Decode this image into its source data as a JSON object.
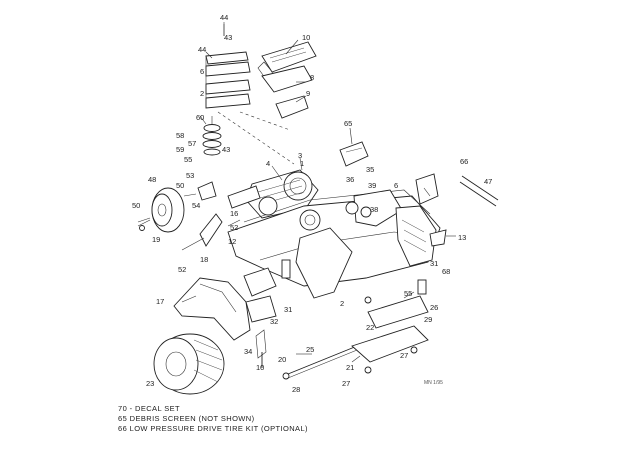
{
  "callouts": [
    {
      "id": "44a",
      "text": "44"
    },
    {
      "id": "10",
      "text": "10"
    },
    {
      "id": "44b",
      "text": "44"
    },
    {
      "id": "43a",
      "text": "43"
    },
    {
      "id": "6a",
      "text": "6"
    },
    {
      "id": "2a",
      "text": "2"
    },
    {
      "id": "8",
      "text": "8"
    },
    {
      "id": "9",
      "text": "9"
    },
    {
      "id": "60",
      "text": "60"
    },
    {
      "id": "58",
      "text": "58"
    },
    {
      "id": "57",
      "text": "57"
    },
    {
      "id": "59",
      "text": "59"
    },
    {
      "id": "55a",
      "text": "55"
    },
    {
      "id": "43b",
      "text": "43"
    },
    {
      "id": "65",
      "text": "65"
    },
    {
      "id": "4",
      "text": "4"
    },
    {
      "id": "3",
      "text": "3"
    },
    {
      "id": "1",
      "text": "1"
    },
    {
      "id": "48",
      "text": "48"
    },
    {
      "id": "53",
      "text": "53"
    },
    {
      "id": "50a",
      "text": "50"
    },
    {
      "id": "50b",
      "text": "50"
    },
    {
      "id": "54",
      "text": "54"
    },
    {
      "id": "19a",
      "text": "19"
    },
    {
      "id": "16",
      "text": "16"
    },
    {
      "id": "52a",
      "text": "52"
    },
    {
      "id": "12",
      "text": "12"
    },
    {
      "id": "18",
      "text": "18"
    },
    {
      "id": "52b",
      "text": "52"
    },
    {
      "id": "36",
      "text": "36"
    },
    {
      "id": "35",
      "text": "35"
    },
    {
      "id": "39",
      "text": "39"
    },
    {
      "id": "38",
      "text": "38"
    },
    {
      "id": "6b",
      "text": "6"
    },
    {
      "id": "66",
      "text": "66"
    },
    {
      "id": "47",
      "text": "47"
    },
    {
      "id": "13",
      "text": "13"
    },
    {
      "id": "31a",
      "text": "31"
    },
    {
      "id": "68",
      "text": "68"
    },
    {
      "id": "55b",
      "text": "55"
    },
    {
      "id": "2b",
      "text": "2"
    },
    {
      "id": "26",
      "text": "26"
    },
    {
      "id": "29",
      "text": "29"
    },
    {
      "id": "22",
      "text": "22"
    },
    {
      "id": "31b",
      "text": "31"
    },
    {
      "id": "17",
      "text": "17"
    },
    {
      "id": "32",
      "text": "32"
    },
    {
      "id": "34",
      "text": "34"
    },
    {
      "id": "23",
      "text": "23"
    },
    {
      "id": "10b",
      "text": "10"
    },
    {
      "id": "25",
      "text": "25"
    },
    {
      "id": "20",
      "text": "20"
    },
    {
      "id": "28",
      "text": "28"
    },
    {
      "id": "21",
      "text": "21"
    },
    {
      "id": "27a",
      "text": "27"
    },
    {
      "id": "27b",
      "text": "27"
    }
  ],
  "notes": [
    "70 - DECAL SET",
    "65  DEBRIS SCREEN (NOT SHOWN)",
    "66  LOW PRESSURE DRIVE TIRE KIT (OPTIONAL)"
  ],
  "drawing_code": "MN 1/95"
}
